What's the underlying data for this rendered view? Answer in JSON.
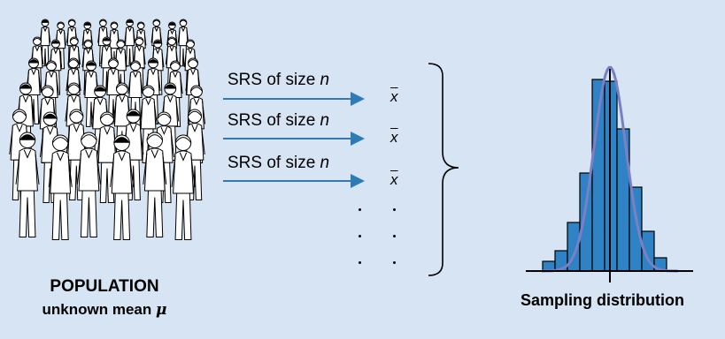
{
  "population": {
    "title": "POPULATION",
    "subtitle_text": "unknown mean ",
    "subtitle_symbol": "μ"
  },
  "samples": [
    {
      "label": "SRS of size ",
      "n": "n",
      "statistic": "x"
    },
    {
      "label": "SRS of size ",
      "n": "n",
      "statistic": "x"
    },
    {
      "label": "SRS of size ",
      "n": "n",
      "statistic": "x"
    }
  ],
  "distribution": {
    "label": "Sampling distribution"
  },
  "colors": {
    "background": "#d6e4f3",
    "arrow": "#2e7bb5",
    "histogram_fill": "#2f82c4",
    "curve": "#7b7fc4"
  },
  "icons": [
    "crowd-illustration",
    "right-arrow-icon",
    "curly-brace-icon"
  ]
}
